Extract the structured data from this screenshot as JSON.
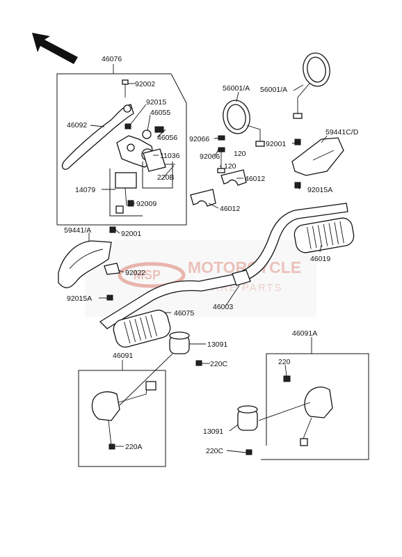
{
  "watermark": {
    "logo_text": "MSP",
    "line1": "MOTORCYCLE",
    "line2": "SPARE PARTS"
  },
  "labels": {
    "p46076": "46076",
    "p92002": "92002",
    "p92015": "92015",
    "p46055": "46055",
    "p46092": "46092",
    "p46056": "46056",
    "p11036": "11036",
    "p220B": "220B",
    "p14079": "14079",
    "p92009": "92009",
    "p56001a_left": "56001/A",
    "p56001a_right": "56001/A",
    "p92066_a": "92066",
    "p92066_b": "92066",
    "p120_a": "120",
    "p120_b": "120",
    "p92001_top": "92001",
    "p59441cd": "59441C/D",
    "p46012_a": "46012",
    "p46012_b": "46012",
    "p92015A_right": "92015A",
    "p59441a": "59441/A",
    "p92001_left": "92001",
    "p46019": "46019",
    "p92022": "92022",
    "p92015A_left": "92015A",
    "p46003": "46003",
    "p46075": "46075",
    "p13091_top": "13091",
    "p46091a": "46091A",
    "p46091": "46091",
    "p220C_top": "220C",
    "p220": "220",
    "p220A": "220A",
    "p13091_bottom": "13091",
    "p220C_bottom": "220C"
  }
}
